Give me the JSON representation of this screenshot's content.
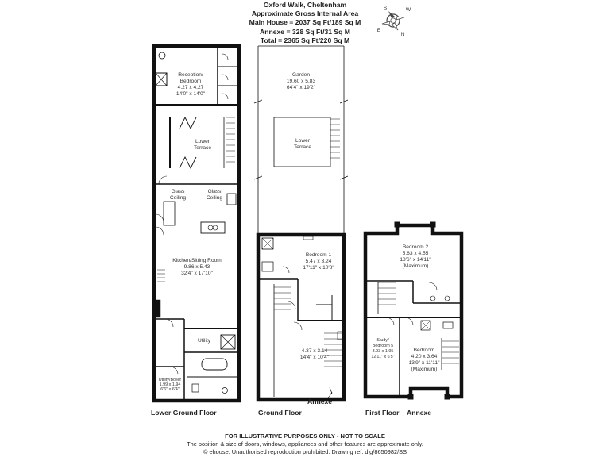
{
  "header": {
    "title": "Oxford Walk, Cheltenham",
    "line1": "Approximate Gross Internal Area",
    "line2": "Main House = 2037 Sq Ft/189 Sq M",
    "line3": "Annexe = 328 Sq Ft/31 Sq M",
    "line4": "Total = 2365 Sq Ft/220 Sq M"
  },
  "compass": {
    "s": "S",
    "w": "W",
    "e": "E",
    "n": "N"
  },
  "rooms": {
    "reception": {
      "name": "Reception/",
      "name2": "Bedroom",
      "metric": "4.27 x 4.27",
      "imperial": "14'0\" x 14'0\""
    },
    "lower_terrace_left": {
      "name": "Lower",
      "name2": "Terrace"
    },
    "glass_ceiling_1": {
      "name": "Glass",
      "name2": "Ceiling"
    },
    "glass_ceiling_2": {
      "name": "Glass",
      "name2": "Ceiling"
    },
    "kitchen": {
      "name": "Kitchen/Sitting Room",
      "metric": "9.86 x 5.43",
      "imperial": "32'4\" x 17'10\""
    },
    "utility": {
      "name": "Utility"
    },
    "utility_boiler": {
      "name": "Utility/Boiler",
      "metric": "1.99 x 1.94",
      "imperial": "6'6\" x 6'4\""
    },
    "garden": {
      "name": "Garden",
      "metric": "19.60 x 5.83",
      "imperial": "64'4\" x 19'2\""
    },
    "lower_terrace_mid": {
      "name": "Lower",
      "name2": "Terrace"
    },
    "bedroom1": {
      "name": "Bedroom 1",
      "metric": "5.47 x 3.24",
      "imperial": "17'11\" x 10'8\""
    },
    "annexe_room": {
      "metric": "4.37 x 3.14",
      "imperial": "14'4\" x 10'4\""
    },
    "bedroom2": {
      "name": "Bedroom 2",
      "metric": "5.63 x 4.55",
      "imperial": "18'6\" x 14'11\"",
      "note": "(Maximum)"
    },
    "study": {
      "name": "Study/",
      "name2": "Bedroom 5",
      "metric": "3.93 x 1.95",
      "imperial": "12'11\" x 6'5\""
    },
    "bedroom_ff": {
      "name": "Bedroom",
      "metric": "4.20 x 3.64",
      "imperial": "13'9\" x 11'11\"",
      "note": "(Maximum)"
    }
  },
  "floor_labels": {
    "lower_ground": "Lower Ground Floor",
    "ground": "Ground Floor",
    "annexe_ground": "Annexe",
    "first": "First Floor",
    "annexe_first": "Annexe"
  },
  "footer": {
    "notice": "FOR ILLUSTRATIVE PURPOSES ONLY - NOT TO SCALE",
    "line1": "The position & size of doors, windows, appliances and other features are approximate only.",
    "line2": "© ehouse. Unauthorised reproduction prohibited. Drawing ref. dig/8650982/SS"
  }
}
